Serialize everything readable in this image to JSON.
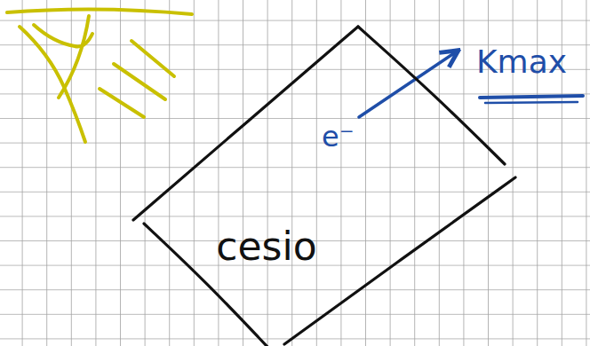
{
  "diagram": {
    "nodes": [
      {
        "text": [
          "cesio"
        ]
      }
    ],
    "labels": [
      "e⁻",
      "Kmax"
    ]
  }
}
